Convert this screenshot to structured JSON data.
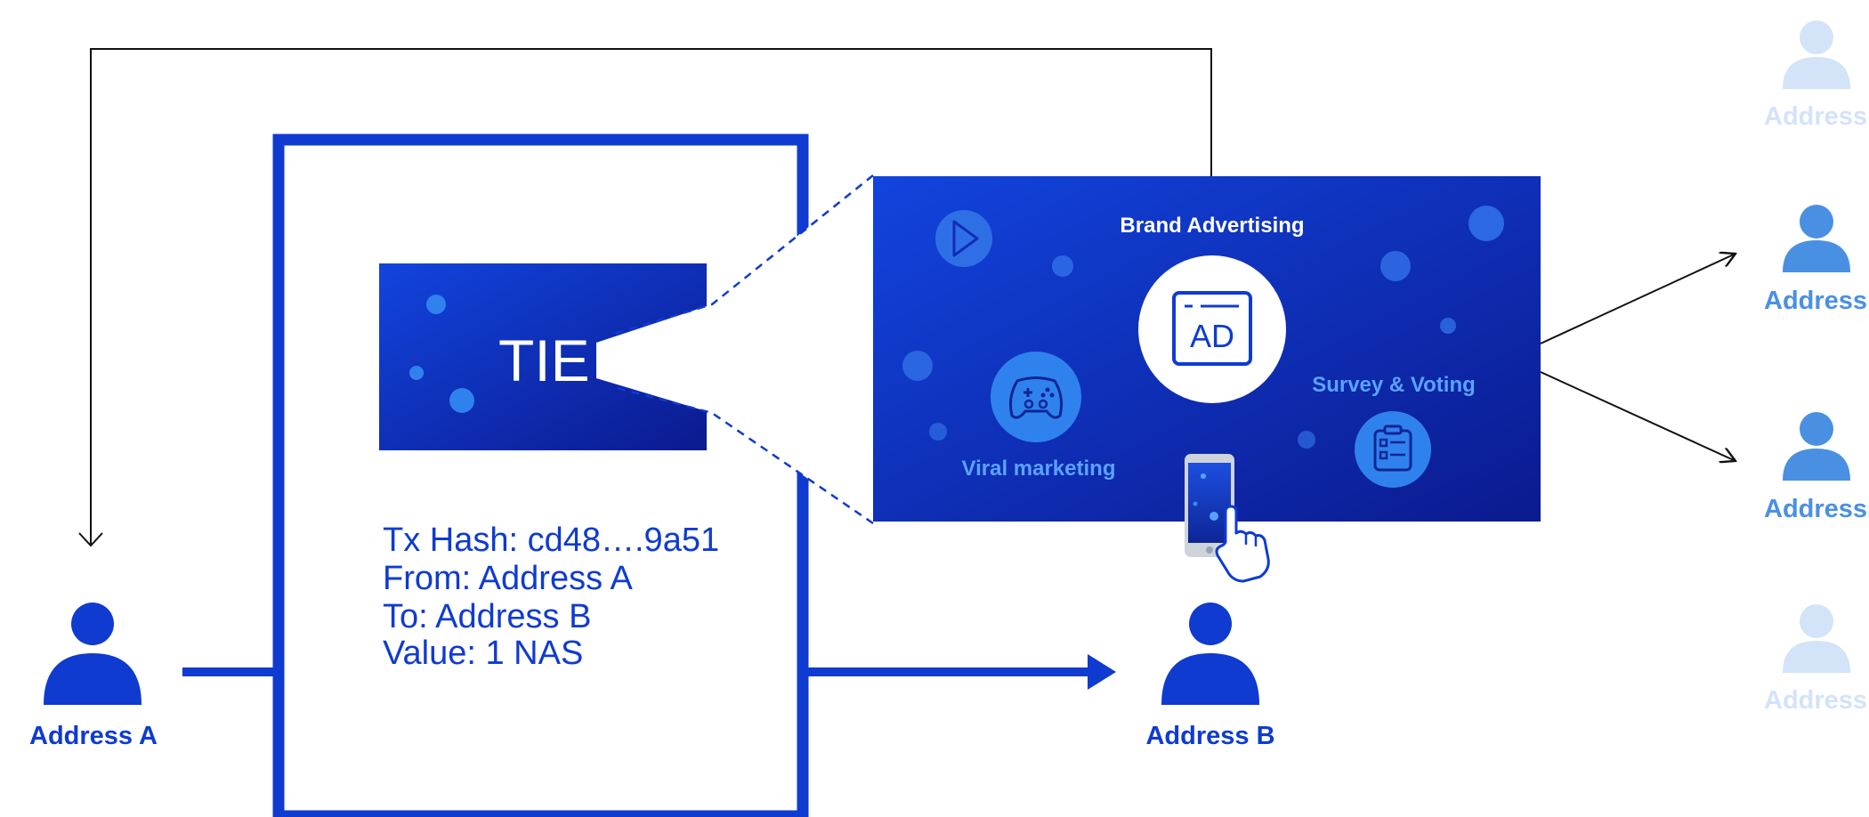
{
  "colors": {
    "primary": "#0f3bd1",
    "primary_dark": "#0c1f99",
    "bubble": "#2f82ee",
    "light_blue": "#4a90e2",
    "faded": "#d3e3f8",
    "arrow_black": "#111111"
  },
  "address_a": {
    "label": "Address A"
  },
  "address_b": {
    "label": "Address B"
  },
  "tie_card": {
    "text": "TIE"
  },
  "transaction": {
    "lines": [
      "Tx Hash: cd48….9a51",
      "From: Address A",
      "To: Address B",
      "Value: 1 NAS"
    ]
  },
  "ad_panel": {
    "title": "Brand Advertising",
    "ad_badge": "AD",
    "viral": "Viral marketing",
    "survey": "Survey & Voting",
    "icons": [
      "play-icon",
      "ad-icon",
      "gamepad-icon",
      "clipboard-icon",
      "smartphone-icon",
      "pointing-hand-icon"
    ]
  },
  "right_addresses": [
    {
      "label": "Address"
    },
    {
      "label": "Address"
    },
    {
      "label": "Address"
    },
    {
      "label": "Address"
    }
  ]
}
